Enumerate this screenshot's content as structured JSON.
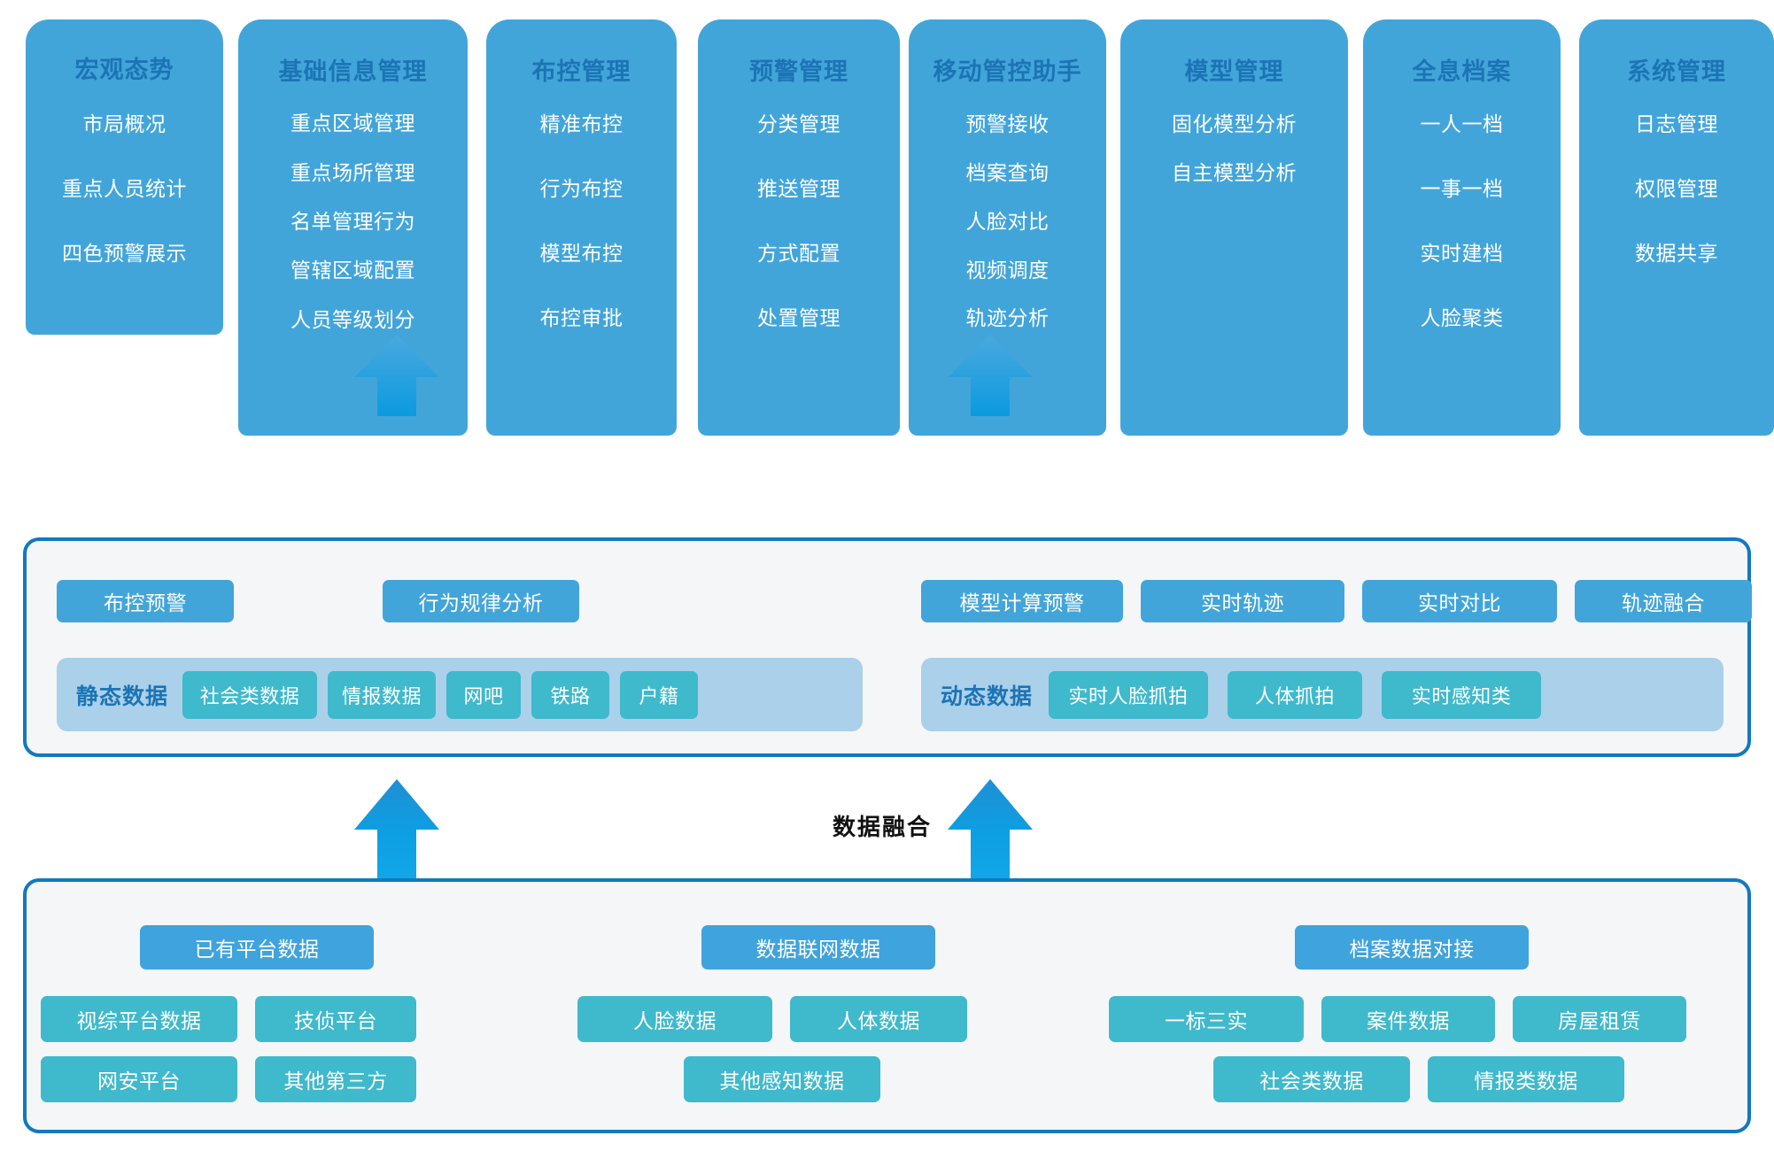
{
  "diagram": {
    "title": "数据融合",
    "colors": {
      "card_blue": "#42a5da",
      "card_title": "#1c74b4",
      "panel_border": "#1179bf",
      "panel_fill": "#f4f6f8",
      "chip_teal": "#3fb9cc",
      "group_fill": "#abd0ea",
      "arrow_top": "#46a7dd",
      "arrow_bottom": "#0b9ae0"
    }
  },
  "application_layer": {
    "cards": [
      {
        "title": "宏观态势",
        "items": [
          "市局概况",
          "重点人员统计",
          "四色预警展示"
        ]
      },
      {
        "title": "基础信息管理",
        "items": [
          "重点区域管理",
          "重点场所管理",
          "名单管理行为",
          "管辖区域配置",
          "人员等级划分"
        ]
      },
      {
        "title": "布控管理",
        "items": [
          "精准布控",
          "行为布控",
          "模型布控",
          "布控审批"
        ]
      },
      {
        "title": "预警管理",
        "items": [
          "分类管理",
          "推送管理",
          "方式配置",
          "处置管理"
        ]
      },
      {
        "title": "移动管控助手",
        "items": [
          "预警接收",
          "档案查询",
          "人脸对比",
          "视频调度",
          "轨迹分析"
        ]
      },
      {
        "title": "模型管理",
        "items": [
          "固化模型分析",
          "自主模型分析"
        ]
      },
      {
        "title": "全息档案",
        "items": [
          "一人一档",
          "一事一档",
          "实时建档",
          "人脸聚类"
        ]
      },
      {
        "title": "系统管理",
        "items": [
          "日志管理",
          "权限管理",
          "数据共享"
        ]
      }
    ]
  },
  "service_layer": {
    "left_capabilities": [
      "布控预警",
      "行为规律分析"
    ],
    "right_capabilities": [
      "模型计算预警",
      "实时轨迹",
      "实时对比",
      "轨迹融合"
    ],
    "static_group": {
      "label": "静态数据",
      "items": [
        "社会类数据",
        "情报数据",
        "网吧",
        "铁路",
        "户籍"
      ]
    },
    "dynamic_group": {
      "label": "动态数据",
      "items": [
        "实时人脸抓拍",
        "人体抓拍",
        "实时感知类"
      ]
    }
  },
  "source_layer": {
    "groups": [
      {
        "header": "已有平台数据",
        "row1": [
          "视综平台数据",
          "技侦平台"
        ],
        "row2": [
          "网安平台",
          "其他第三方"
        ]
      },
      {
        "header": "数据联网数据",
        "row1": [
          "人脸数据",
          "人体数据"
        ],
        "row2": [
          "其他感知数据"
        ]
      },
      {
        "header": "档案数据对接",
        "row1": [
          "一标三实",
          "案件数据",
          "房屋租赁"
        ],
        "row2": [
          "社会类数据",
          "情报类数据"
        ]
      }
    ]
  },
  "icons": {
    "arrow_up": "arrow-up-icon"
  }
}
